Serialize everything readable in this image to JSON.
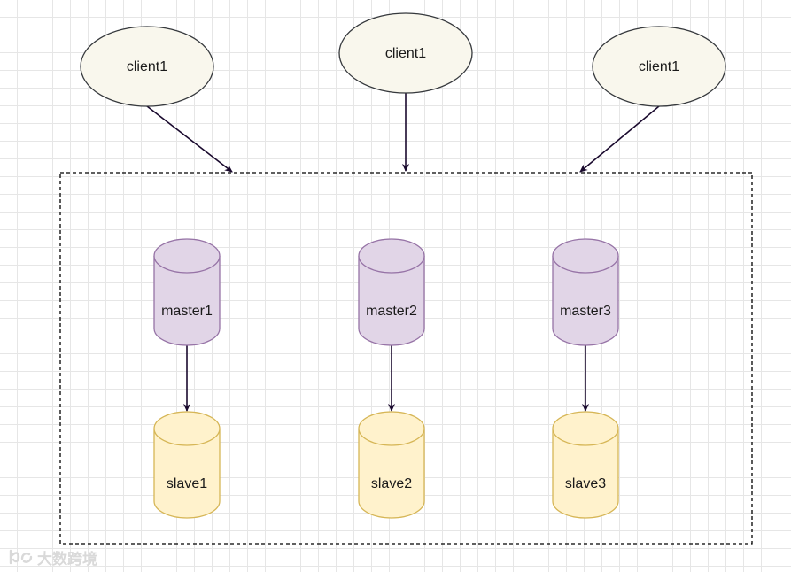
{
  "clients": [
    {
      "label": "client1"
    },
    {
      "label": "client1"
    },
    {
      "label": "client1"
    }
  ],
  "masters": [
    {
      "label": "master1"
    },
    {
      "label": "master2"
    },
    {
      "label": "master3"
    }
  ],
  "slaves": [
    {
      "label": "slave1"
    },
    {
      "label": "slave2"
    },
    {
      "label": "slave3"
    }
  ],
  "watermark": {
    "text": "大数跨境"
  },
  "colors": {
    "client_fill": "#f9f7ed",
    "client_stroke": "#36393d",
    "master_fill": "#e1d5e7",
    "master_stroke": "#9673a6",
    "slave_fill": "#fff2cc",
    "slave_stroke": "#d6b656",
    "edge": "#1a0a2e",
    "cluster_border": "#000000"
  }
}
